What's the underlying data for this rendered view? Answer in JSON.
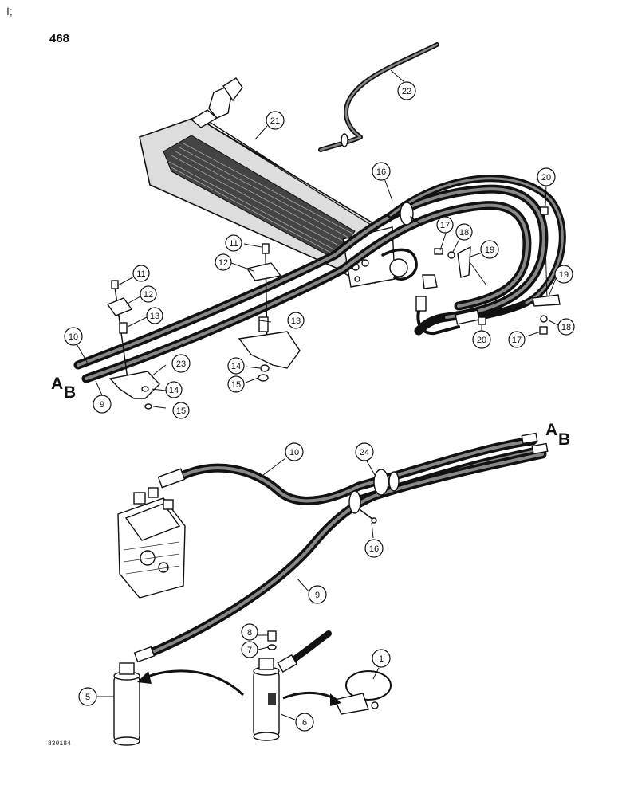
{
  "page": {
    "number": "468",
    "corner_mark": "I;",
    "figure_code": "830184"
  },
  "hose_ends": {
    "a": "A",
    "b": "B"
  },
  "callouts": {
    "c1": "1",
    "c5": "5",
    "c6": "6",
    "c7": "7",
    "c8": "8",
    "c9_top": "9",
    "c9_bottom": "9",
    "c10_top": "10",
    "c10_bottom": "10",
    "c11_left": "11",
    "c11_mid": "11",
    "c12_left": "12",
    "c12_mid": "12",
    "c13_left": "13",
    "c13_mid": "13",
    "c14_left": "14",
    "c14_mid": "14",
    "c15_left": "15",
    "c15_mid": "15",
    "c16_top": "16",
    "c16_bottom": "16",
    "c17_top": "17",
    "c17_right": "17",
    "c18_top": "18",
    "c18_right": "18",
    "c19_top": "19",
    "c19_right": "19",
    "c20_top": "20",
    "c20_bottom": "20",
    "c21": "21",
    "c22": "22",
    "c23": "23",
    "c24": "24"
  }
}
